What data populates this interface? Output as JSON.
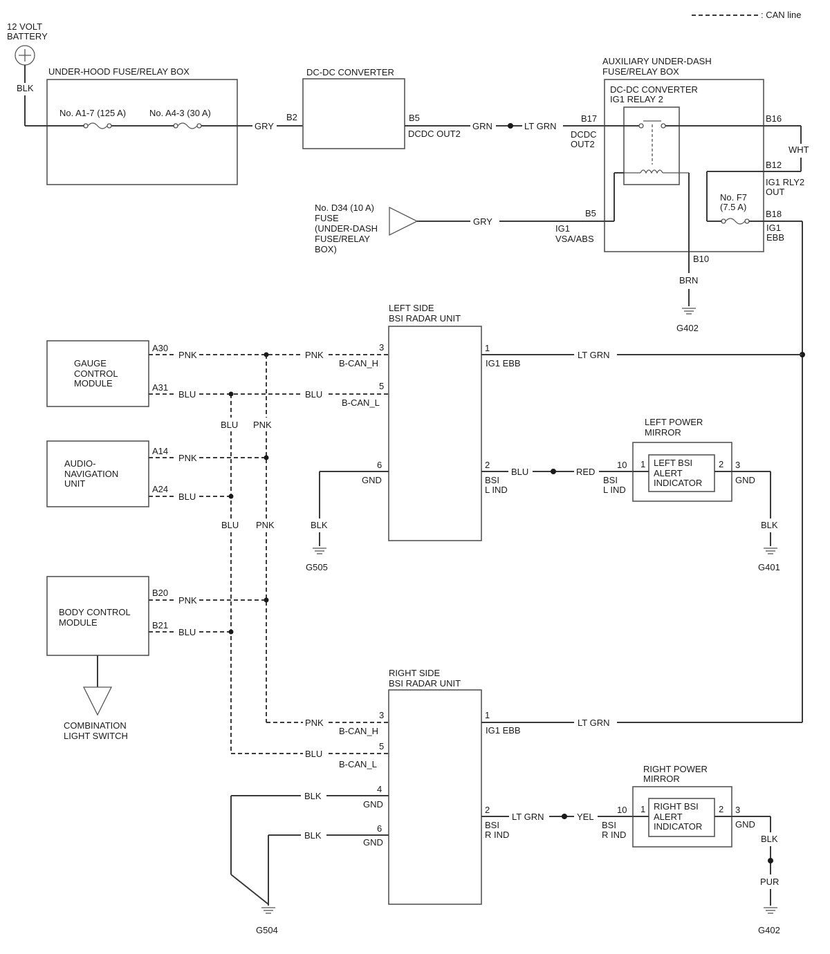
{
  "legend": {
    "label": ": CAN line"
  },
  "battery": {
    "line1": "12 VOLT",
    "line2": "BATTERY",
    "wire": "BLK"
  },
  "underhood": {
    "title": "UNDER-HOOD FUSE/RELAY BOX",
    "fuse1": "No. A1-7 (125 A)",
    "fuse2": "No. A4-3 (30 A)",
    "out_wire": "GRY"
  },
  "dcdc": {
    "title": "DC-DC CONVERTER",
    "pin_in": "B2",
    "pin_out": "B5",
    "pin_out_name": "DCDC OUT2",
    "wire_out": "GRN",
    "wire_out2": "LT GRN"
  },
  "aux_box": {
    "title1": "AUXILIARY UNDER-DASH",
    "title2": "FUSE/RELAY BOX",
    "relay1": "DC-DC CONVERTER",
    "relay2": "IG1 RELAY 2",
    "b17": "B17",
    "b17_name1": "DCDC",
    "b17_name2": "OUT2",
    "b16": "B16",
    "b12": "B12",
    "b12_name1": "IG1 RLY2",
    "b12_name2": "OUT",
    "wht": "WHT",
    "fuse_f7_1": "No. F7",
    "fuse_f7_2": "(7.5 A)",
    "b18": "B18",
    "b18_name1": "IG1",
    "b18_name2": "EBB",
    "b5": "B5",
    "b5_name1": "IG1",
    "b5_name2": "VSA/ABS",
    "b10": "B10",
    "b10_wire": "BRN",
    "ground": "G402"
  },
  "fuse_d34": {
    "line1": "No. D34 (10 A)",
    "line2": "FUSE",
    "line3": "(UNDER-DASH",
    "line4": "FUSE/RELAY",
    "line5": "BOX)",
    "wire": "GRY"
  },
  "gauge": {
    "line1": "GAUGE",
    "line2": "CONTROL",
    "line3": "MODULE",
    "pin_a30": "A30",
    "pin_a31": "A31",
    "pnk": "PNK",
    "blu": "BLU"
  },
  "audio": {
    "line1": "AUDIO-",
    "line2": "NAVIGATION",
    "line3": "UNIT",
    "pin_a14": "A14",
    "pin_a24": "A24",
    "pnk": "PNK",
    "blu": "BLU"
  },
  "bcm": {
    "line1": "BODY CONTROL",
    "line2": "MODULE",
    "pin_b20": "B20",
    "pin_b21": "B21",
    "pnk": "PNK",
    "blu": "BLU"
  },
  "bus_labels": {
    "blu_upper": "BLU",
    "pnk_upper": "PNK",
    "blu_lower": "BLU",
    "pnk_lower": "PNK"
  },
  "combo_switch": {
    "line1": "COMBINATION",
    "line2": "LIGHT SWITCH"
  },
  "left_radar": {
    "title1": "LEFT SIDE",
    "title2": "BSI RADAR UNIT",
    "pin3": "3",
    "pin3_name": "B-CAN_H",
    "pin3_wire": "PNK",
    "pin5": "5",
    "pin5_name": "B-CAN_L",
    "pin5_wire": "BLU",
    "pin6": "6",
    "pin6_name": "GND",
    "pin6_wire": "BLK",
    "ground": "G505",
    "pin1": "1",
    "pin1_name": "IG1 EBB",
    "pin1_wire": "LT GRN",
    "pin2": "2",
    "pin2_name1": "BSI",
    "pin2_name2": "L IND",
    "pin2_wire": "BLU",
    "pin2_wire2": "RED"
  },
  "left_mirror": {
    "title1": "LEFT POWER",
    "title2": "MIRROR",
    "ind1": "LEFT BSI",
    "ind2": "ALERT",
    "ind3": "INDICATOR",
    "pin10": "10",
    "pin10_name1": "BSI",
    "pin10_name2": "L IND",
    "pin_in": "1",
    "pin_out": "2",
    "pin3": "3",
    "pin3_name": "GND",
    "pin3_wire": "BLK",
    "ground": "G401"
  },
  "right_radar": {
    "title1": "RIGHT SIDE",
    "title2": "BSI RADAR UNIT",
    "pin3": "3",
    "pin3_name": "B-CAN_H",
    "pin3_wire": "PNK",
    "pin5": "5",
    "pin5_name": "B-CAN_L",
    "pin5_wire": "BLU",
    "pin4": "4",
    "pin4_name": "GND",
    "pin4_wire": "BLK",
    "pin6": "6",
    "pin6_name": "GND",
    "pin6_wire": "BLK",
    "ground": "G504",
    "pin1": "1",
    "pin1_name": "IG1 EBB",
    "pin1_wire": "LT GRN",
    "pin2": "2",
    "pin2_name1": "BSI",
    "pin2_name2": "R IND",
    "pin2_wire": "LT GRN",
    "pin2_wire2": "YEL"
  },
  "right_mirror": {
    "title1": "RIGHT POWER",
    "title2": "MIRROR",
    "ind1": "RIGHT BSI",
    "ind2": "ALERT",
    "ind3": "INDICATOR",
    "pin10": "10",
    "pin10_name1": "BSI",
    "pin10_name2": "R IND",
    "pin_in": "1",
    "pin_out": "2",
    "pin3": "3",
    "pin3_name": "GND",
    "pin3_wire": "BLK",
    "pin3_wire2": "PUR",
    "ground": "G402"
  }
}
